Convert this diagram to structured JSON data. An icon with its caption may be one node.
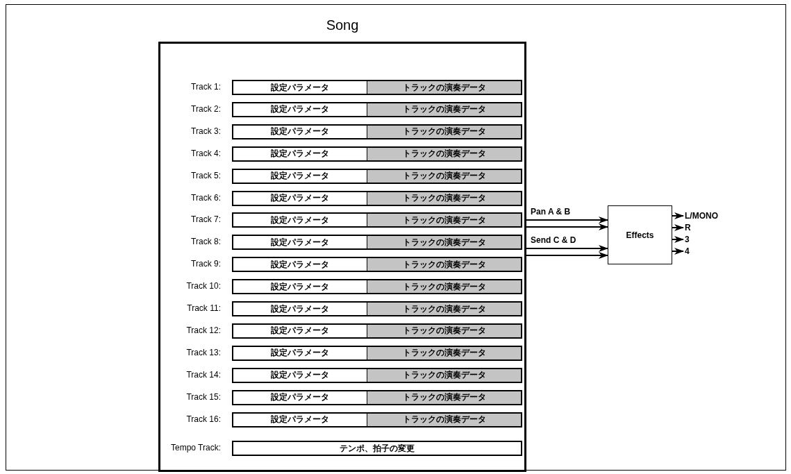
{
  "diagram": {
    "nodes": [
      {
        "text": [
          "Song"
        ]
      },
      {
        "text": [
          "設定パラメータ"
        ],
        "beside": [
          "Track 1:"
        ],
        "in": 0
      },
      {
        "text": [
          "トラックの演奏データ"
        ],
        "in": 0
      },
      {
        "text": [
          "設定パラメータ"
        ],
        "beside": [
          "Track 2:"
        ],
        "in": 0
      },
      {
        "text": [
          "トラックの演奏データ"
        ],
        "in": 0
      },
      {
        "text": [
          "設定パラメータ"
        ],
        "beside": [
          "Track 3:"
        ],
        "in": 0
      },
      {
        "text": [
          "トラックの演奏データ"
        ],
        "in": 0
      },
      {
        "text": [
          "設定パラメータ"
        ],
        "beside": [
          "Track 4:"
        ],
        "in": 0
      },
      {
        "text": [
          "トラックの演奏データ"
        ],
        "in": 0
      },
      {
        "text": [
          "設定パラメータ"
        ],
        "beside": [
          "Track 5:"
        ],
        "in": 0
      },
      {
        "text": [
          "トラックの演奏データ"
        ],
        "in": 0
      },
      {
        "text": [
          "設定パラメータ"
        ],
        "beside": [
          "Track 6:"
        ],
        "in": 0
      },
      {
        "text": [
          "トラックの演奏データ"
        ],
        "in": 0
      },
      {
        "text": [
          "設定パラメータ"
        ],
        "beside": [
          "Track 7:"
        ],
        "in": 0
      },
      {
        "text": [
          "トラックの演奏データ"
        ],
        "in": 0
      },
      {
        "text": [
          "設定パラメータ"
        ],
        "beside": [
          "Track 8:"
        ],
        "in": 0
      },
      {
        "text": [
          "トラックの演奏データ"
        ],
        "in": 0
      },
      {
        "text": [
          "設定パラメータ"
        ],
        "beside": [
          "Track 9:"
        ],
        "in": 0
      },
      {
        "text": [
          "トラックの演奏データ"
        ],
        "in": 0
      },
      {
        "text": [
          "設定パラメータ"
        ],
        "beside": [
          "Track 10:"
        ],
        "in": 0
      },
      {
        "text": [
          "トラックの演奏データ"
        ],
        "in": 0
      },
      {
        "text": [
          "設定パラメータ"
        ],
        "beside": [
          "Track 11:"
        ],
        "in": 0
      },
      {
        "text": [
          "トラックの演奏データ"
        ],
        "in": 0
      },
      {
        "text": [
          "設定パラメータ"
        ],
        "beside": [
          "Track 12:"
        ],
        "in": 0
      },
      {
        "text": [
          "トラックの演奏データ"
        ],
        "in": 0
      },
      {
        "text": [
          "設定パラメータ"
        ],
        "beside": [
          "Track 13:"
        ],
        "in": 0
      },
      {
        "text": [
          "トラックの演奏データ"
        ],
        "in": 0
      },
      {
        "text": [
          "設定パラメータ"
        ],
        "beside": [
          "Track 14:"
        ],
        "in": 0
      },
      {
        "text": [
          "トラックの演奏データ"
        ],
        "in": 0
      },
      {
        "text": [
          "設定パラメータ"
        ],
        "beside": [
          "Track 15:"
        ],
        "in": 0
      },
      {
        "text": [
          "トラックの演奏データ"
        ],
        "in": 0
      },
      {
        "text": [
          "設定パラメータ"
        ],
        "beside": [
          "Track 16:"
        ],
        "in": 0
      },
      {
        "text": [
          "トラックの演奏データ"
        ],
        "in": 0
      },
      {
        "text": [
          "テンポ、拍子の変更"
        ],
        "beside": [
          "Tempo Track:"
        ],
        "in": 0
      },
      {
        "text": [
          "Effects"
        ]
      },
      {
        "text": [
          "L/MONO"
        ]
      },
      {
        "text": [
          "R"
        ]
      },
      {
        "text": [
          "3"
        ]
      },
      {
        "text": [
          "4"
        ]
      }
    ],
    "edges": [
      {
        "from": 0,
        "to": 34,
        "arrow": "to",
        "label": "Pan A & B"
      },
      {
        "from": 0,
        "to": 34,
        "arrow": "to"
      },
      {
        "from": 0,
        "to": 34,
        "arrow": "to",
        "label": "Send C & D"
      },
      {
        "from": 0,
        "to": 34,
        "arrow": "to"
      },
      {
        "from": 34,
        "to": 35,
        "arrow": "to"
      },
      {
        "from": 34,
        "to": 36,
        "arrow": "to"
      },
      {
        "from": 34,
        "to": 37,
        "arrow": "to"
      },
      {
        "from": 34,
        "to": 38,
        "arrow": "to"
      }
    ]
  }
}
